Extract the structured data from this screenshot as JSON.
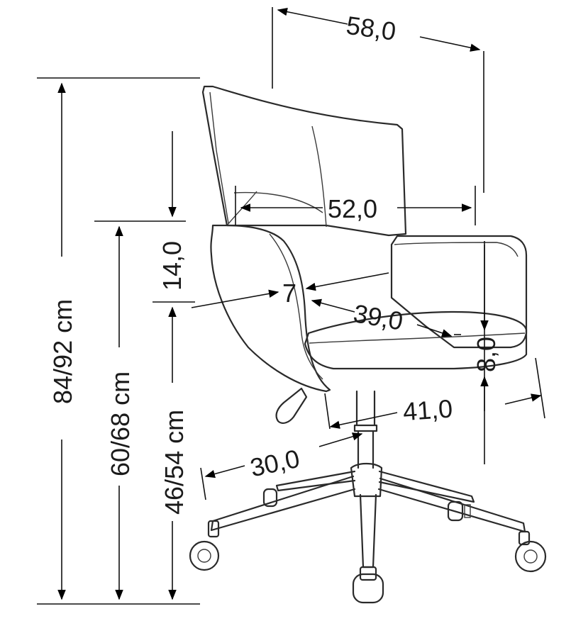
{
  "dimensions": {
    "total_width": "58,0",
    "seat_width": "52,0",
    "armrest_height": "14,0",
    "backrest_tilt": "7",
    "seat_depth": "39,0",
    "seat_thickness": "8,0",
    "seat_depth_lower": "41,0",
    "base_radius": "30,0",
    "total_height": "84/92 cm",
    "armrest_floor_height": "60/68 cm",
    "seat_height": "46/54 cm"
  }
}
